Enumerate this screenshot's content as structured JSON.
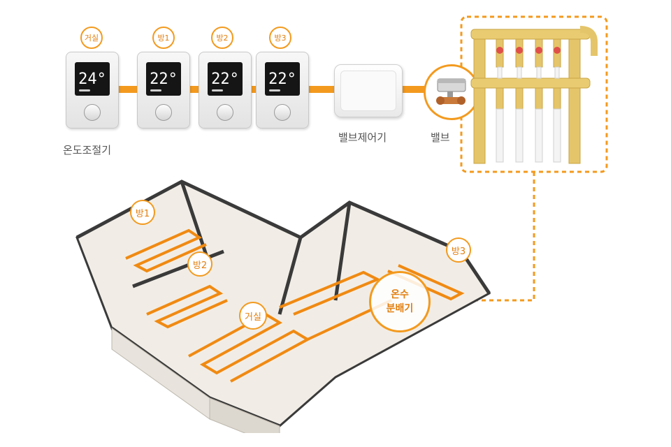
{
  "thermostats": [
    {
      "label": "거실",
      "temp": "24°"
    },
    {
      "label": "방1",
      "temp": "22°"
    },
    {
      "label": "방2",
      "temp": "22°"
    },
    {
      "label": "방3",
      "temp": "22°"
    }
  ],
  "captions": {
    "thermostat": "온도조절기",
    "valve_controller": "밸브제어기",
    "valve": "밸브"
  },
  "floor_labels": {
    "room1": "방1",
    "room2": "방2",
    "room3": "방3",
    "living": "거실",
    "distributor_line1": "온수",
    "distributor_line2": "분배기"
  },
  "colors": {
    "accent": "#f39a1e",
    "pipe": "#f08a12",
    "brass": "#e5c56a",
    "wall": "#3a3a3a"
  }
}
